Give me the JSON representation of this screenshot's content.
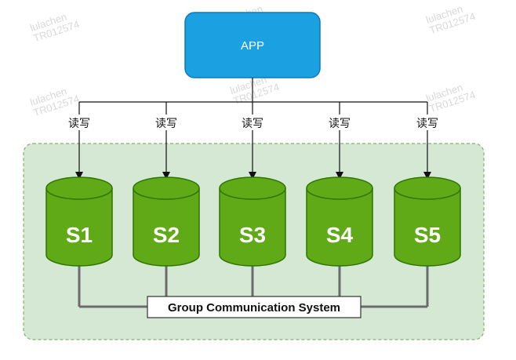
{
  "app": {
    "label": "APP",
    "fill": "#1ba1e2",
    "stroke": "#0b7bbd"
  },
  "edge_label": "读写",
  "servers": [
    {
      "label": "S1"
    },
    {
      "label": "S2"
    },
    {
      "label": "S3"
    },
    {
      "label": "S4"
    },
    {
      "label": "S5"
    }
  ],
  "bus": {
    "label": "Group Communication System"
  },
  "watermark": {
    "lines": [
      "lulachen",
      "TR012574"
    ]
  },
  "colors": {
    "cylinder_fill": "#60a917",
    "cylinder_stroke": "#2d7600",
    "group_fill": "#d5e8d4",
    "group_stroke": "#82b366",
    "line": "#6b6b6b",
    "arrow": "#111111"
  }
}
